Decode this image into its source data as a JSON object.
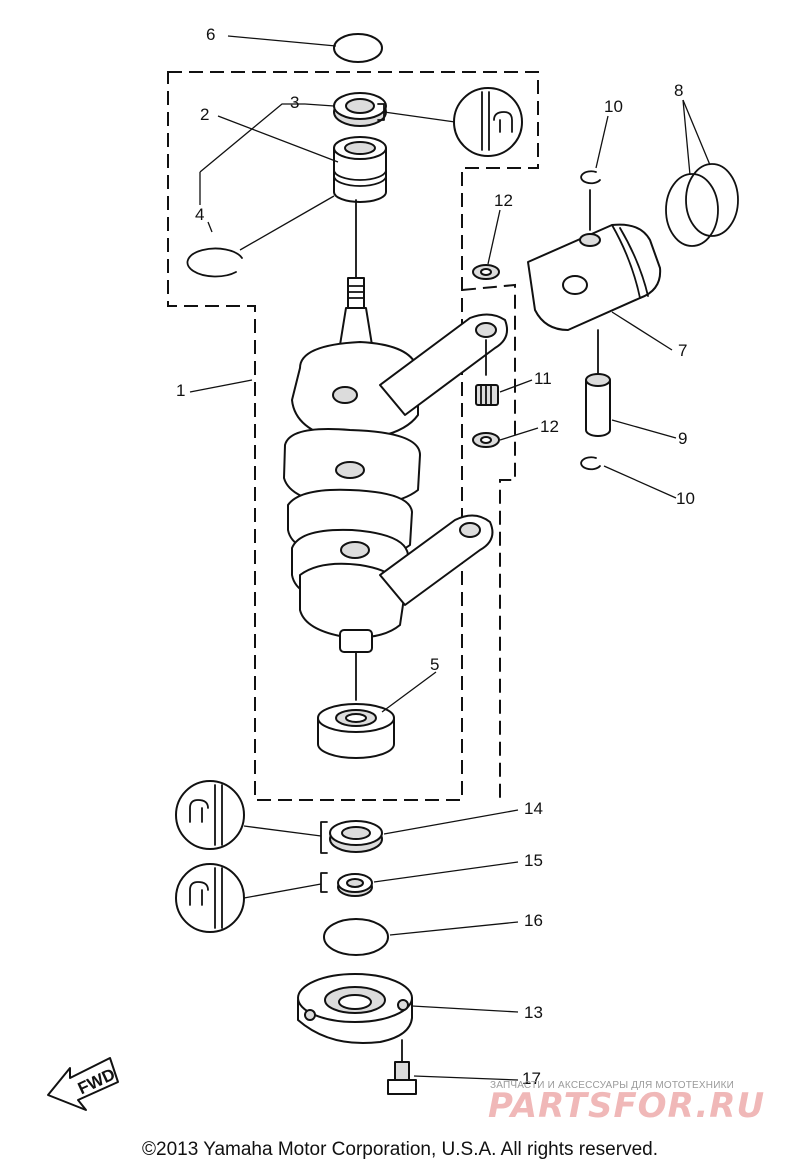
{
  "callouts": [
    "1",
    "2",
    "3",
    "4",
    "5",
    "6",
    "7",
    "8",
    "9",
    "10",
    "10",
    "11",
    "12",
    "12",
    "13",
    "14",
    "15",
    "16",
    "17"
  ],
  "fwd_label": "FWD",
  "watermark": {
    "tagline": "ЗАПЧАСТИ И АКСЕССУАРЫ ДЛЯ МОТОТЕХНИКИ",
    "logo": "PARTSFOR.RU"
  },
  "copyright": "©2013 Yamaha Motor Corporation, U.S.A. All rights reserved."
}
